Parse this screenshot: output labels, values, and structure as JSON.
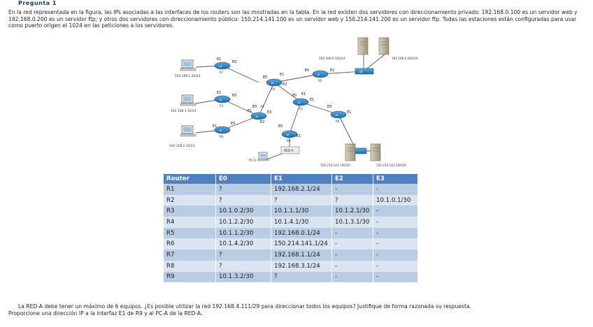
{
  "heading": "Pregunta 1",
  "intro": "En la red representada en la figura, las IPs asociadas a las interfaces de los routers son las mostradas en la tabla. En la red existen dos servidores con direccionamiento privado: 192.168.0.100 es un servidor web y 192.168.0.200 es un servidor ftp; y otros dos servidores con direccionamiento público: 150.214.141.100 es un servidor web y 150.214.141.200 es un servidor ftp. Todas las estaciones están configuradas para usar como puerto origen el 1024 en las peticiones a los servidores.",
  "diagram": {
    "net_left_1": "192.168.1.10/24",
    "net_left_2": "192.168.3.10/24",
    "net_left_3": "192.168.2.10/24",
    "server_private_1": "192.168.0.100/24",
    "server_private_2": "192.168.0.200/24",
    "server_public_1": "150.214.141.100/24",
    "server_public_2": "150.214.141.200/24",
    "red_a": "RED-A",
    "pc_a": "PC-A",
    "r1": "R1",
    "r2": "R2",
    "r3": "R3",
    "r4": "R4",
    "r5": "R5",
    "r6": "R6",
    "r7": "R7",
    "r8": "R8",
    "r9": "R9",
    "e0": "E0",
    "e1": "E1",
    "e2": "E2",
    "e3": "E3"
  },
  "table": {
    "headers": [
      "Router",
      "E0",
      "E1",
      "E2",
      "E3"
    ],
    "rows": [
      [
        "R1",
        "?",
        "192.168.2.1/24",
        "-",
        "-"
      ],
      [
        "R2",
        "?",
        "?",
        "?",
        "10.1.0.1/30"
      ],
      [
        "R3",
        "10.1.0.2/30",
        "10.1.1.1/30",
        "10.1.2.1/30",
        "-"
      ],
      [
        "R4",
        "10.1.2.2/30",
        "10.1.4.1/30",
        "10.1.3.1/30",
        "-"
      ],
      [
        "R5",
        "10.1.1.2/30",
        "192.168.0.1/24",
        "-",
        "-"
      ],
      [
        "R6",
        "10.1.4.2/30",
        "150.214.141.1/24",
        "-",
        "-"
      ],
      [
        "R7",
        "?",
        "192.168.1.1/24",
        "-",
        "-"
      ],
      [
        "R8",
        "?",
        "192.168.3.1/24",
        "-",
        "-"
      ],
      [
        "R9",
        "10.1.3.2/30",
        "?",
        "-",
        "-"
      ]
    ]
  },
  "question": {
    "line1": "La RED-A debe tener un máximo de 6 equipos. ¿Es posible utilizar la red 192.168.4.111/29 para direccionar todos los equipos? Justifique de forma razonada su respuesta.",
    "line2": "Proporcione una dirección IP a la interfaz E1 de R9 y al PC-A de la RED-A."
  },
  "colors": {
    "table_header": "#4f81bd",
    "row_dark": "#b8cce4",
    "row_light": "#dbe5f1",
    "router": "#2b7fb8",
    "server": "#b5ad95"
  }
}
